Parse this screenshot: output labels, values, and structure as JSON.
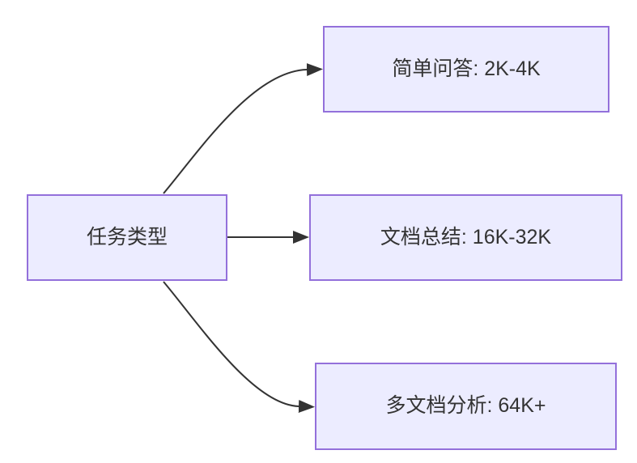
{
  "diagram": {
    "type": "flowchart-left-to-right",
    "root": {
      "id": "task-type",
      "label": "任务类型"
    },
    "branches": [
      {
        "id": "simple-qa",
        "label": "简单问答: 2K-4K"
      },
      {
        "id": "doc-summary",
        "label": "文档总结: 16K-32K"
      },
      {
        "id": "multi-doc",
        "label": "多文档分析: 64K+"
      }
    ],
    "edges": [
      {
        "from": "task-type",
        "to": "simple-qa"
      },
      {
        "from": "task-type",
        "to": "doc-summary"
      },
      {
        "from": "task-type",
        "to": "multi-doc"
      }
    ],
    "colors": {
      "node_fill": "#ECECFF",
      "node_border": "#9370DB",
      "edge": "#333333",
      "text": "#333333",
      "background": "#FFFFFF"
    }
  }
}
